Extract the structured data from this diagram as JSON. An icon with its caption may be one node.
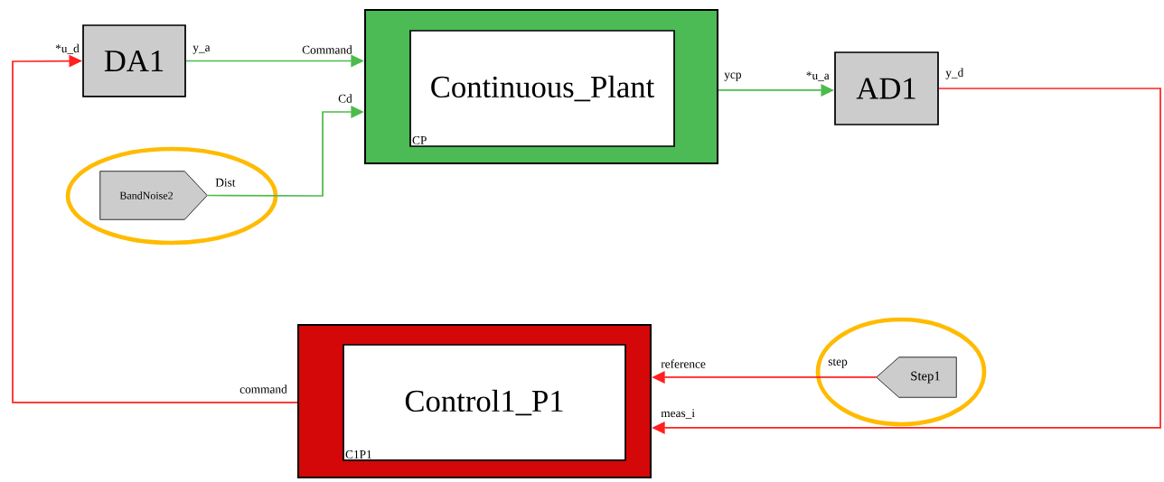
{
  "diagram": {
    "nodes": [
      {
        "text": [
          "DA1"
        ]
      },
      {
        "text": [],
        "shape": "box"
      },
      {
        "text": [
          "Continuous_Plant",
          "CP"
        ],
        "in": 1
      },
      {
        "text": [
          "AD1"
        ]
      },
      {
        "text": [],
        "shape": "ellipse"
      },
      {
        "text": [
          "BandNoise2"
        ],
        "in": 4
      },
      {
        "text": [],
        "shape": "box"
      },
      {
        "text": [
          "Control1_P1",
          "C1P1"
        ],
        "in": 6
      },
      {
        "text": [],
        "shape": "ellipse"
      },
      {
        "text": [
          "Step1"
        ],
        "in": 8
      }
    ],
    "edges": [
      {
        "from": 0,
        "to": 1,
        "arrow": "to",
        "color": "#4cbb4c"
      },
      {
        "from": 5,
        "to": 1,
        "arrow": "to",
        "color": "#4cbb4c"
      },
      {
        "from": 1,
        "to": 3,
        "arrow": "to",
        "color": "#4cbb4c"
      },
      {
        "from": 3,
        "to": 6,
        "arrow": "to",
        "color": "#ff2020"
      },
      {
        "from": 9,
        "to": 6,
        "arrow": "to",
        "color": "#ff2020"
      },
      {
        "from": 6,
        "to": 0,
        "arrow": "to",
        "color": "#ff2020"
      }
    ],
    "labels": [
      "*u_d",
      "y_a",
      "Command",
      "ycp",
      "*u_a",
      "y_d",
      "Cd",
      "Dist",
      "reference",
      "step",
      "command",
      "meas_i"
    ]
  }
}
